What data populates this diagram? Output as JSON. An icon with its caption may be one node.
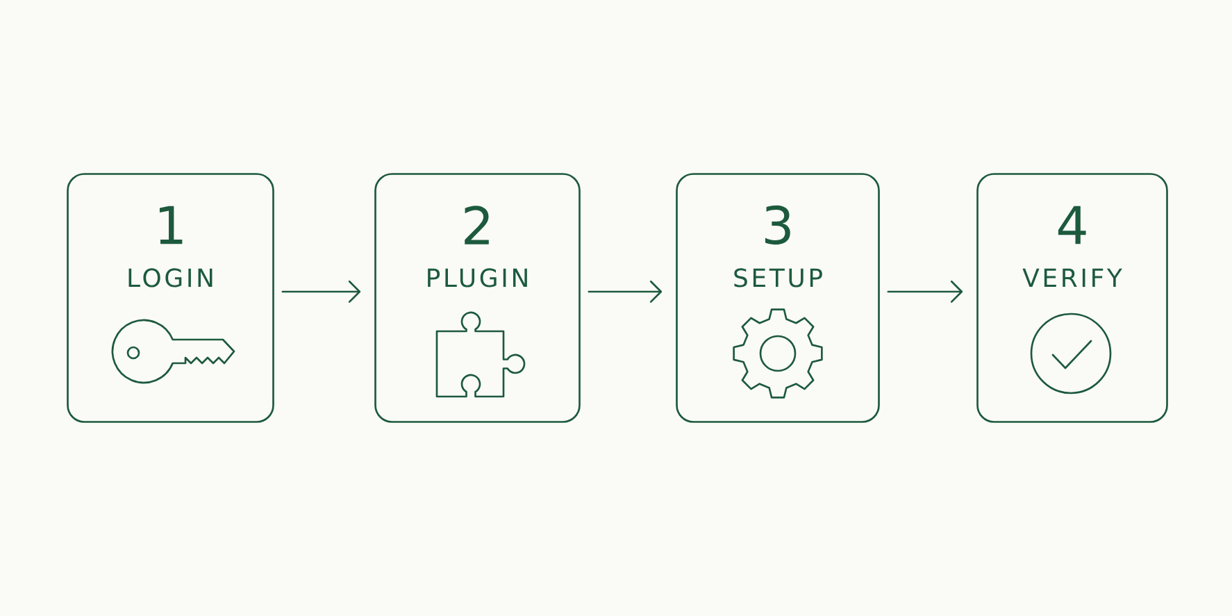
{
  "diagram": {
    "nodes": [
      {
        "text": [
          "1",
          "LOGIN"
        ]
      },
      {
        "text": [
          "2",
          "PLUGIN"
        ]
      },
      {
        "text": [
          "3",
          "SETUP"
        ]
      },
      {
        "text": [
          "4",
          "VERIFY"
        ]
      }
    ],
    "edges": [
      {
        "from": 0,
        "to": 1,
        "arrow": "to"
      },
      {
        "from": 1,
        "to": 2,
        "arrow": "to"
      },
      {
        "from": 2,
        "to": 3,
        "arrow": "to"
      }
    ]
  }
}
